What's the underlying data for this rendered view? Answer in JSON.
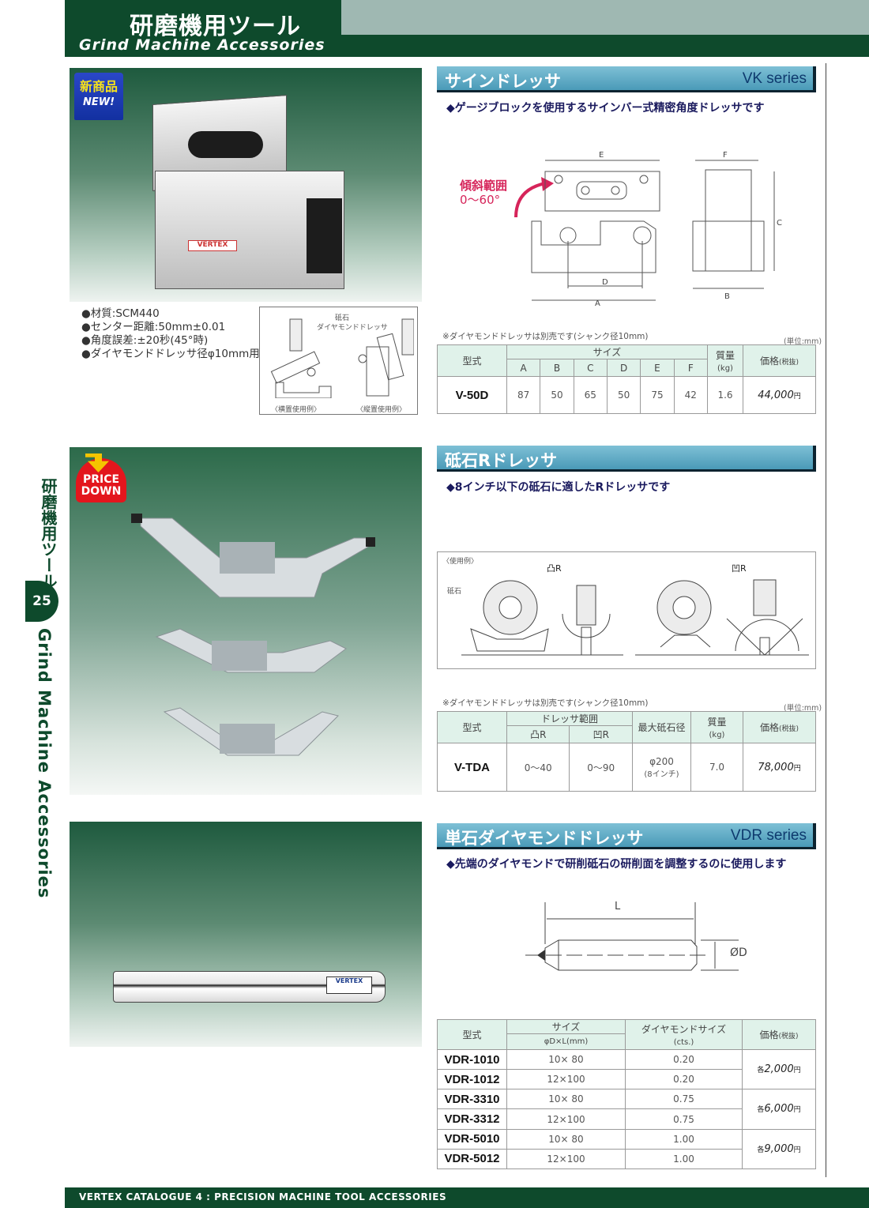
{
  "header": {
    "title_jp": "研磨機用ツール",
    "title_en": "Grind Machine Accessories"
  },
  "side": {
    "label_jp": "研磨機用ツール",
    "page_number": "25",
    "label_en": "Grind Machine Accessories"
  },
  "badges": {
    "new_jp": "新商品",
    "new_en": "NEW!",
    "price_down_1": "PRICE",
    "price_down_2": "DOWN"
  },
  "brand": "VERTEX",
  "section1": {
    "title": "サインドレッサ",
    "series": "VK series",
    "description": "◆ゲージブロックを使用するサインバー式精密角度ドレッサです",
    "specs": [
      "●材質:SCM440",
      "●センター距離:50mm±0.01",
      "●角度誤差:±20秒(45°時)",
      "●ダイヤモンドドレッサ径φ10mm用"
    ],
    "usage_diagram": {
      "label_stone": "砥石",
      "label_dresser": "ダイヤモンドドレッサ",
      "caption_horizontal": "〈横置使用例〉",
      "caption_vertical": "〈縦置使用例〉"
    },
    "drawing": {
      "tilt_label": "傾斜範囲",
      "tilt_range": "0〜60°",
      "dims": [
        "A",
        "B",
        "C",
        "D",
        "E",
        "F"
      ]
    },
    "note": "※ダイヤモンドドレッサは別売です(シャンク径10mm)",
    "unit": "(単位:mm)",
    "table": {
      "headers": {
        "model": "型式",
        "size": "サイズ",
        "size_cols": [
          "A",
          "B",
          "C",
          "D",
          "E",
          "F"
        ],
        "weight": "質量",
        "weight_unit": "(kg)",
        "price": "価格",
        "price_note": "(税抜)"
      },
      "rows": [
        {
          "model": "V-50D",
          "A": "87",
          "B": "50",
          "C": "65",
          "D": "50",
          "E": "75",
          "F": "42",
          "weight": "1.6",
          "price": "44,000",
          "yen": "円"
        }
      ]
    }
  },
  "section2": {
    "title": "砥石Rドレッサ",
    "description": "◆8インチ以下の砥石に適したRドレッサです",
    "usage_diagram": {
      "label_example": "〈使用例〉",
      "label_convex": "凸R",
      "label_concave": "凹R",
      "label_stone": "砥石"
    },
    "note": "※ダイヤモンドドレッサは別売です(シャンク径10mm)",
    "unit": "(単位:mm)",
    "table": {
      "headers": {
        "model": "型式",
        "range": "ドレッサ範囲",
        "convex": "凸R",
        "concave": "凹R",
        "max_dia": "最大砥石径",
        "weight": "質量",
        "weight_unit": "(kg)",
        "price": "価格",
        "price_note": "(税抜)"
      },
      "rows": [
        {
          "model": "V-TDA",
          "convex": "0〜40",
          "concave": "0〜90",
          "max_dia": "φ200",
          "max_dia_note": "(8インチ)",
          "weight": "7.0",
          "price": "78,000",
          "yen": "円"
        }
      ]
    }
  },
  "section3": {
    "title": "単石ダイヤモンドドレッサ",
    "series": "VDR series",
    "description": "◆先端のダイヤモンドで研削砥石の研削面を調整するのに使用します",
    "drawing": {
      "length": "L",
      "diameter": "ØD"
    },
    "table": {
      "headers": {
        "model": "型式",
        "size": "サイズ",
        "size_sub": "φD×L(mm)",
        "diamond": "ダイヤモンドサイズ",
        "diamond_unit": "(cts.)",
        "price": "価格",
        "price_note": "(税抜)"
      },
      "rows": [
        {
          "model": "VDR-1010",
          "size": "10× 80",
          "cts": "0.20"
        },
        {
          "model": "VDR-1012",
          "size": "12×100",
          "cts": "0.20"
        },
        {
          "model": "VDR-3310",
          "size": "10× 80",
          "cts": "0.75"
        },
        {
          "model": "VDR-3312",
          "size": "12×100",
          "cts": "0.75"
        },
        {
          "model": "VDR-5010",
          "size": "10× 80",
          "cts": "1.00"
        },
        {
          "model": "VDR-5012",
          "size": "12×100",
          "cts": "1.00"
        }
      ],
      "prices": [
        {
          "each": "各",
          "value": "2,000",
          "yen": "円"
        },
        {
          "each": "各",
          "value": "6,000",
          "yen": "円"
        },
        {
          "each": "各",
          "value": "9,000",
          "yen": "円"
        }
      ]
    }
  },
  "footer": {
    "text": "VERTEX CATALOGUE 4 : PRECISION MACHINE TOOL ACCESSORIES"
  },
  "colors": {
    "brand_green": "#0e4a2c",
    "section_blue": "#4a9ab8",
    "table_header": "#e0f2ea",
    "accent_pink": "#d6245a"
  }
}
